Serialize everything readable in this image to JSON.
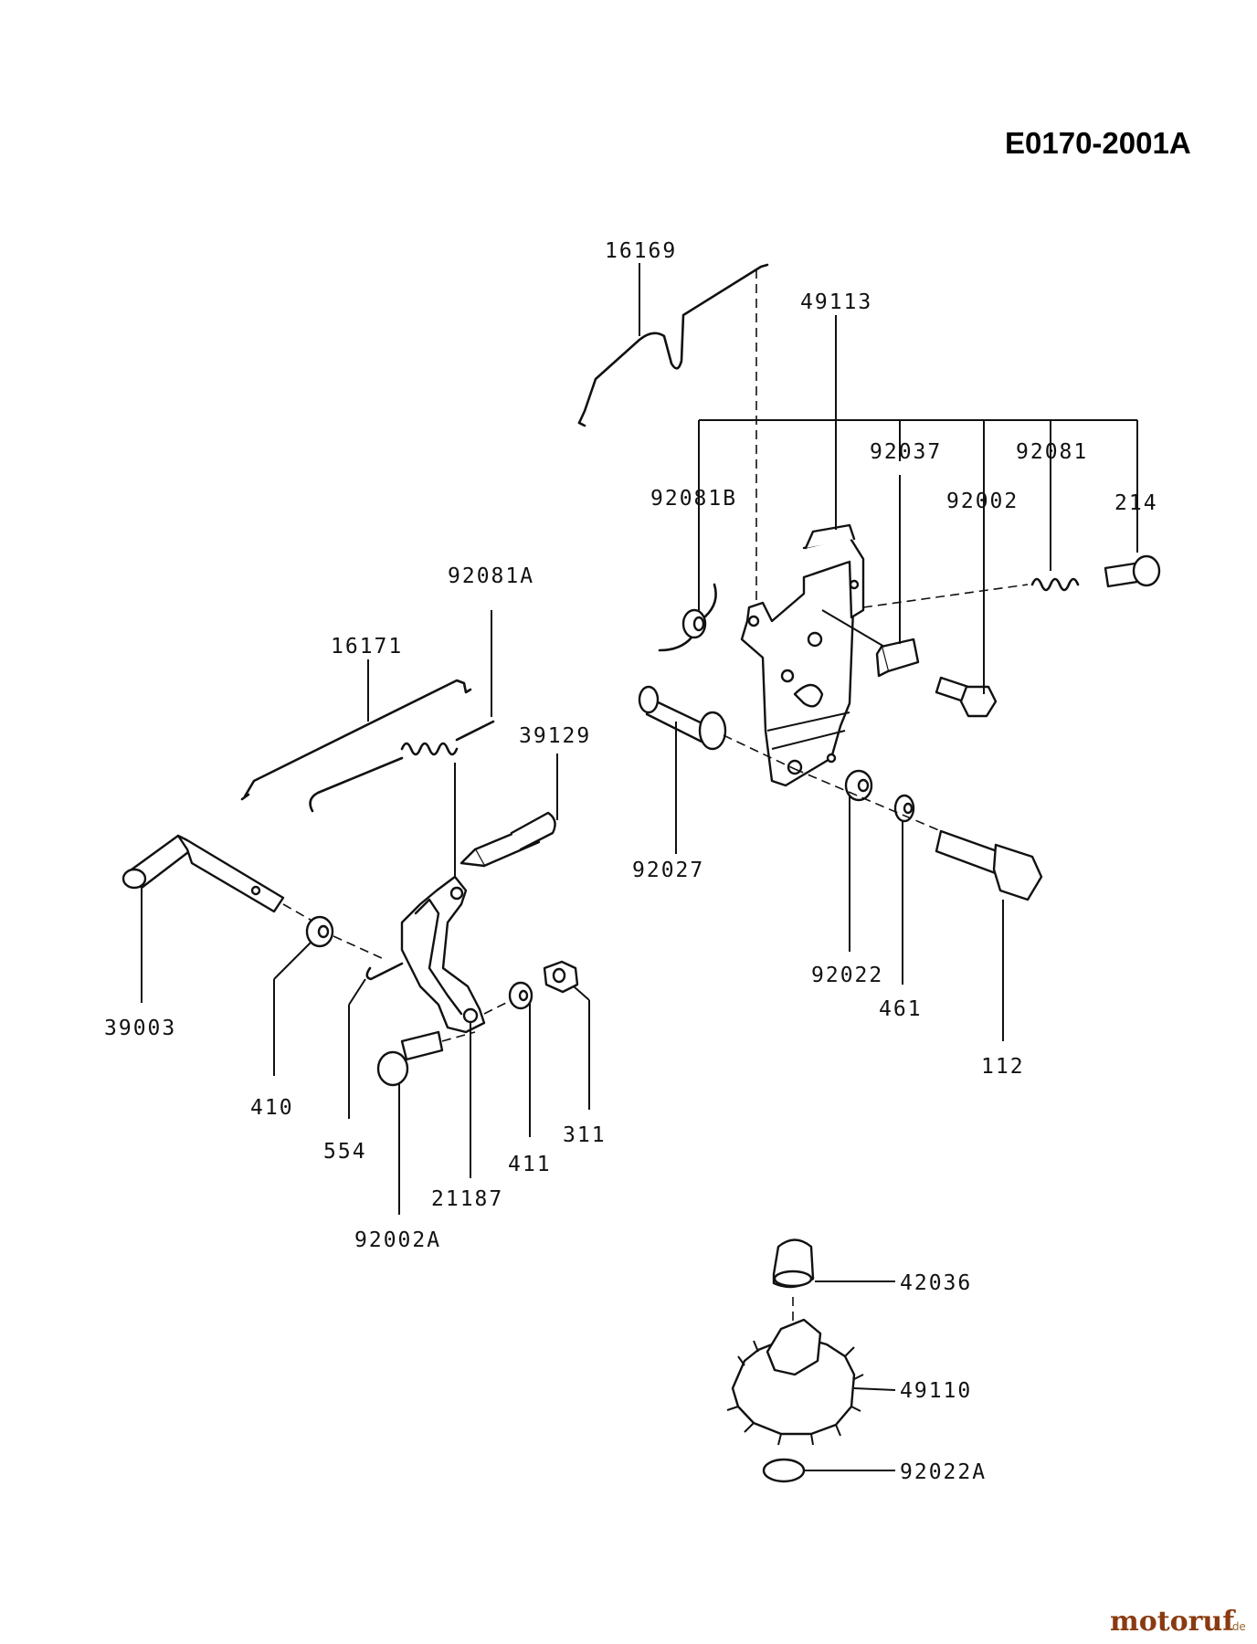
{
  "diagram_code": "E0170-2001A",
  "watermark": {
    "brand": "motoruf",
    "suffix": ".de"
  },
  "labels": {
    "p16169": "16169",
    "p49113": "49113",
    "p92037": "92037",
    "p92081": "92081",
    "p92081B": "92081B",
    "p92002": "92002",
    "p214": "214",
    "p92081A": "92081A",
    "p16171": "16171",
    "p39129": "39129",
    "p92027": "92027",
    "p39003": "39003",
    "p410": "410",
    "p554": "554",
    "p411": "411",
    "p311": "311",
    "p21187": "21187",
    "p92002A": "92002A",
    "p92022": "92022",
    "p461": "461",
    "p112": "112",
    "p42036": "42036",
    "p49110": "49110",
    "p92022A": "92022A"
  },
  "colors": {
    "line": "#111111",
    "background": "#ffffff",
    "watermark": "#8a3a10"
  }
}
